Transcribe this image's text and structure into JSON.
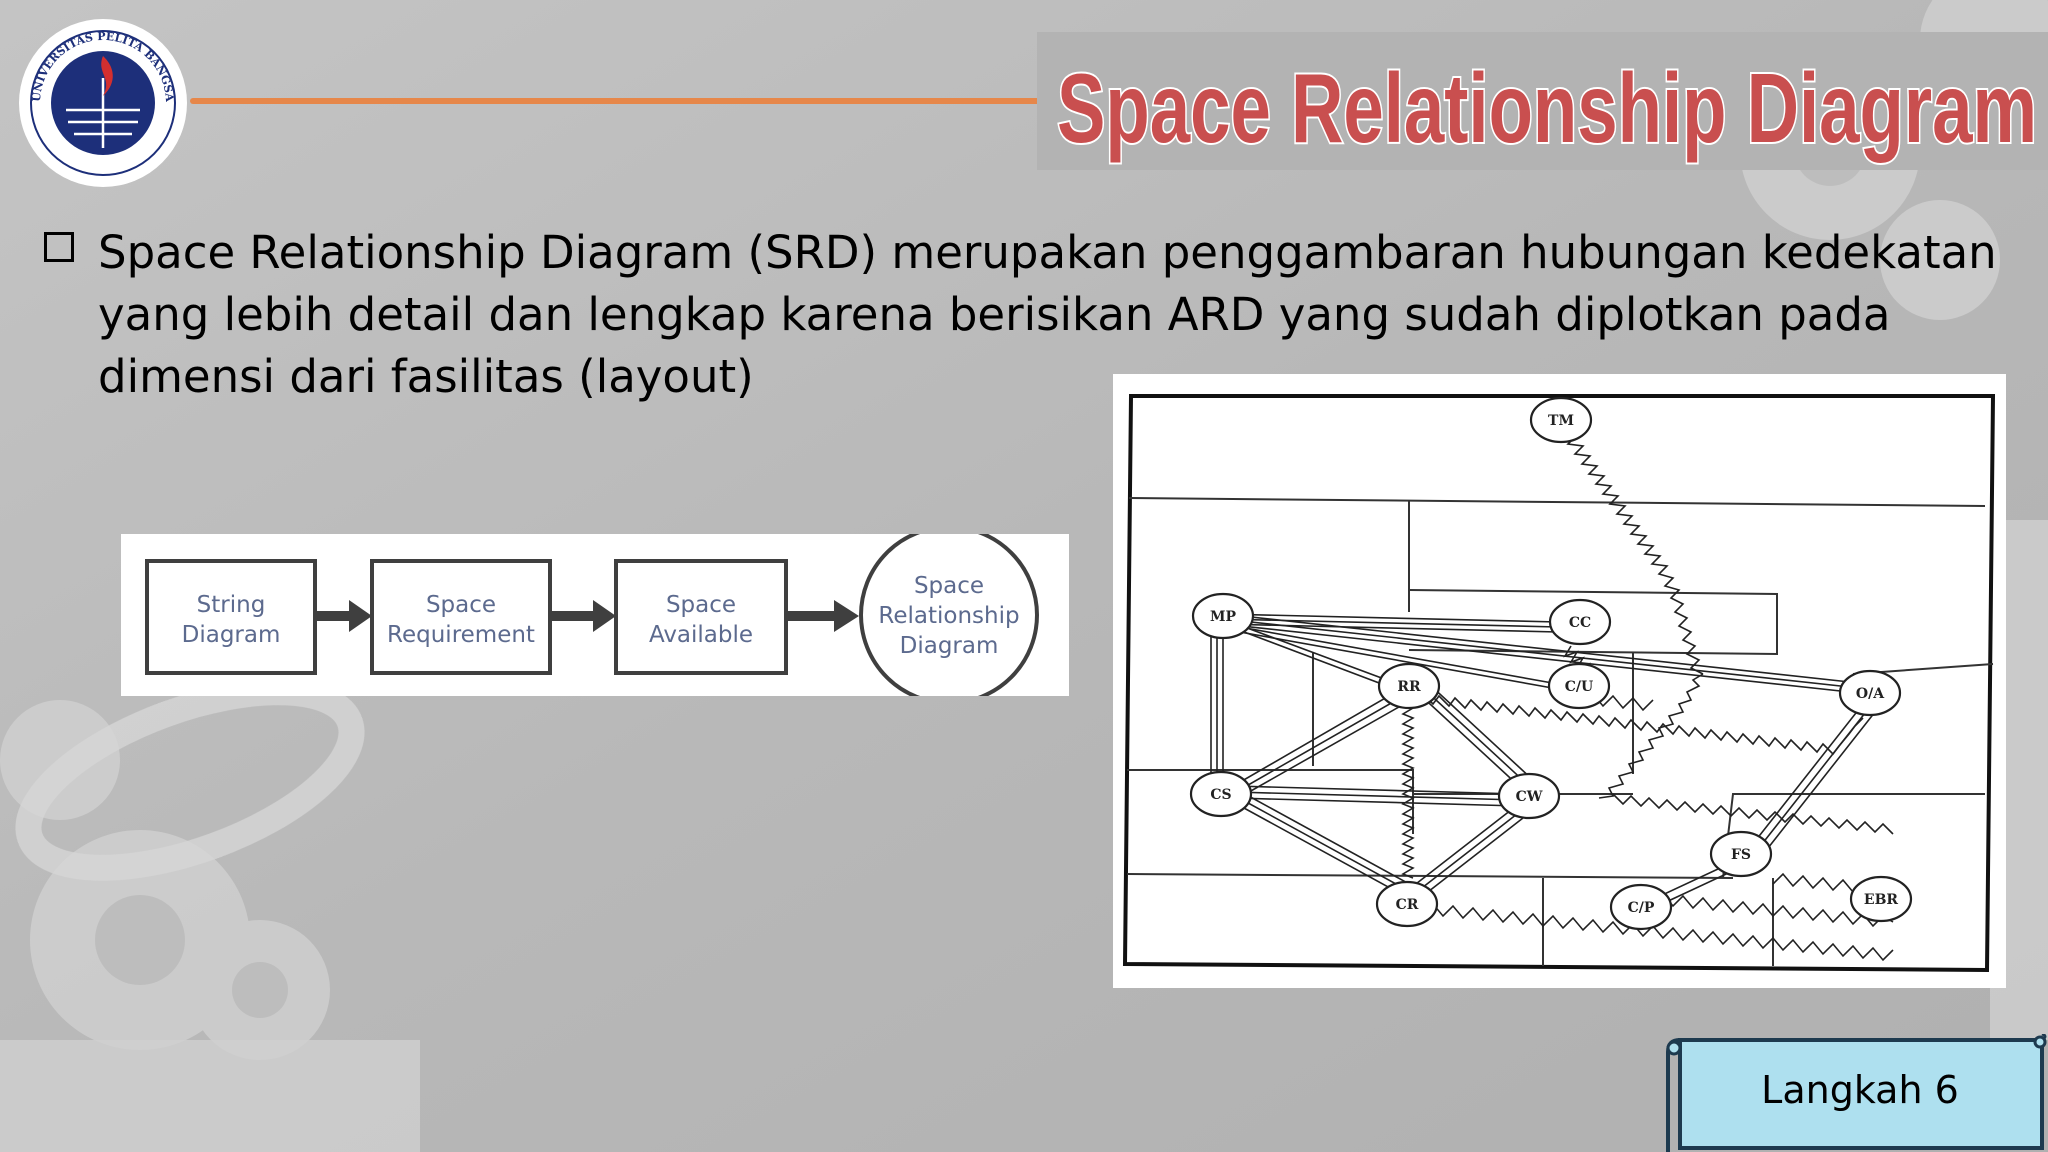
{
  "slide": {
    "title": "Space Relationship Diagram",
    "bullet_text": "Space Relationship Diagram (SRD) merupakan penggambaran hubungan kedekatan yang lebih detail dan lengkap karena berisikan ARD yang sudah diplotkan pada dimensi dari fasilitas (layout)",
    "step_label": "Langkah 6"
  },
  "logo": {
    "text": "UNIVERSITAS PELITA BANGSA"
  },
  "flow": {
    "steps": [
      {
        "line1": "String",
        "line2": "Diagram"
      },
      {
        "line1": "Space",
        "line2": "Requirement"
      },
      {
        "line1": "Space",
        "line2": "Available"
      },
      {
        "line1": "Space",
        "line2": "Relationship",
        "line3": "Diagram"
      }
    ]
  },
  "srd": {
    "nodes": [
      "TM",
      "MP",
      "CC",
      "C/U",
      "RR",
      "O/A",
      "CS",
      "CW",
      "FS",
      "CR",
      "C/P",
      "EBR"
    ]
  },
  "colors": {
    "title_fill": "#c94f4f",
    "title_outline": "#ffffff",
    "accent_line": "#e6874a",
    "langkah_fill": "#aee0ef",
    "langkah_border": "#1d3a4f",
    "background": "#bdbdbd"
  }
}
